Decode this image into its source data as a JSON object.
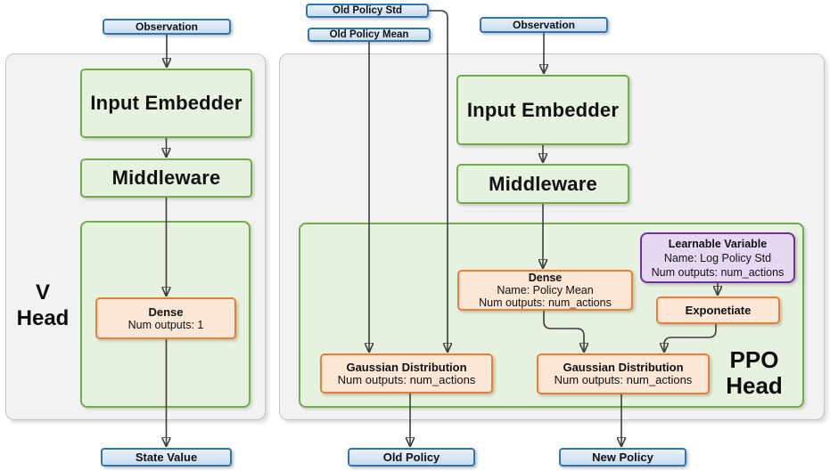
{
  "colors": {
    "badge_border": "#2E75B6",
    "badge_fill": "#D9E7F6",
    "green_border": "#70AD47",
    "green_fill": "#E7F1DF",
    "orange_border": "#ED7D31",
    "orange_fill": "#FCE6D5",
    "purple_border": "#7030A0",
    "purple_fill": "#E6D8F1",
    "panel_fill": "#F2F2F2",
    "panel_border": "#C6C6C6"
  },
  "badges": {
    "observation_left": "Observation",
    "old_policy_std": "Old Policy Std",
    "old_policy_mean": "Old Policy Mean",
    "observation_right": "Observation",
    "state_value": "State Value",
    "old_policy": "Old Policy",
    "new_policy": "New Policy"
  },
  "v_head": {
    "title_line1": "V",
    "title_line2": "Head",
    "input_embedder_label": "Input Embedder",
    "middleware_label": "Middleware",
    "dense": {
      "title": "Dense",
      "detail1": "Num outputs: 1"
    }
  },
  "ppo_head": {
    "title_line1": "PPO",
    "title_line2": "Head",
    "input_embedder_label": "Input Embedder",
    "middleware_label": "Middleware",
    "dense": {
      "title": "Dense",
      "detail1": "Name: Policy Mean",
      "detail2": "Num outputs: num_actions"
    },
    "learnable_variable": {
      "title": "Learnable Variable",
      "detail1": "Name: Log Policy Std",
      "detail2": "Num outputs: num_actions"
    },
    "exponetiate_label": "Exponetiate",
    "gaussian_old_policy": {
      "title": "Gaussian Distribution",
      "detail1": "Num outputs: num_actions"
    },
    "gaussian_new_policy": {
      "title": "Gaussian Distribution",
      "detail1": "Num outputs: num_actions"
    }
  }
}
